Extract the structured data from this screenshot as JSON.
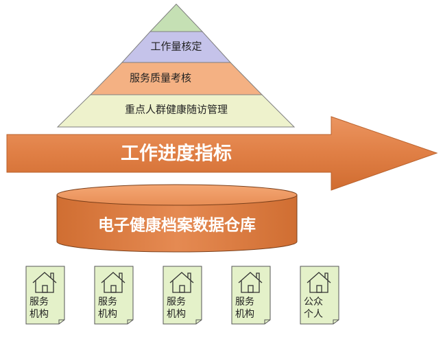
{
  "pyramid": {
    "levels": [
      {
        "label": "工作量核定"
      },
      {
        "label": "服务质量考核"
      },
      {
        "label": "重点人群健康随访管理"
      }
    ]
  },
  "arrow": {
    "label": "工作进度指标"
  },
  "database": {
    "label": "电子健康档案数据仓库"
  },
  "sources": [
    {
      "line1": "服务",
      "line2": "机构"
    },
    {
      "line1": "服务",
      "line2": "机构"
    },
    {
      "line1": "服务",
      "line2": "机构"
    },
    {
      "line1": "服务",
      "line2": "机构"
    },
    {
      "line1": "公众",
      "line2": "个人"
    }
  ],
  "colors": {
    "pyramid_top": "#c5e0b4",
    "pyramid_level1": "#c5c3ea",
    "pyramid_level2": "#f4b183",
    "pyramid_level3": "#e7eec4",
    "arrow": "#e07f45",
    "database": "#e07f45",
    "document": "#e4f1c9"
  },
  "icons": {
    "source": "house-document-icon"
  }
}
